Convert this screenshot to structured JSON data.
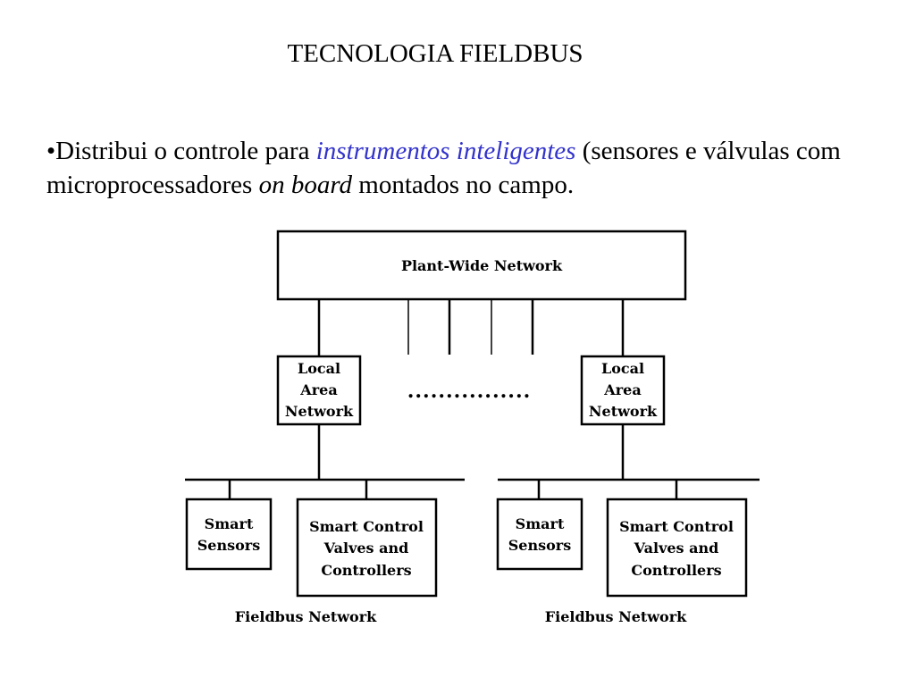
{
  "title": "TECNOLOGIA FIELDBUS",
  "bullet": {
    "marker": "•",
    "text_1": "Distribui o controle para ",
    "highlight": "instrumentos inteligentes",
    "text_2": " (sensores e válvulas com microprocessadores ",
    "italic": "on board",
    "text_3": " montados no campo."
  },
  "colors": {
    "highlight": "#3333cc"
  },
  "diagram": {
    "plant_wide_network": "Plant-Wide Network",
    "lan_left": [
      "Local",
      "Area",
      "Network"
    ],
    "lan_right": [
      "Local",
      "Area",
      "Network"
    ],
    "dots": "................",
    "left_group": {
      "sensors": [
        "Smart",
        "Sensors"
      ],
      "valves": [
        "Smart Control",
        "Valves and",
        "Controllers"
      ],
      "bus_label": "Fieldbus Network"
    },
    "right_group": {
      "sensors": [
        "Smart",
        "Sensors"
      ],
      "valves": [
        "Smart Control",
        "Valves and",
        "Controllers"
      ],
      "bus_label": "Fieldbus Network"
    }
  }
}
